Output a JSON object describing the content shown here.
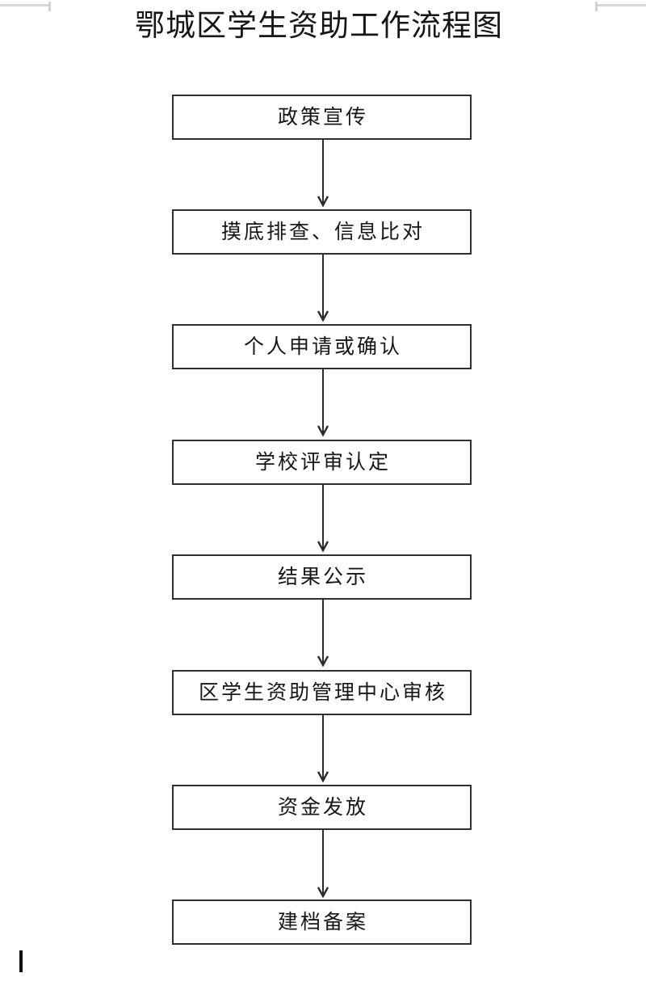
{
  "page": {
    "title": "鄂城区学生资助工作流程图",
    "background_color": "#ffffff",
    "border_color": "#2e2e33",
    "text_color": "#16161a",
    "guide_color": "#d8d8d8"
  },
  "caret": {
    "name": "text-insertion-caret"
  },
  "chart_data": {
    "type": "diagram",
    "diagram_type": "flowchart",
    "title": "鄂城区学生资助工作流程图",
    "orientation": "top-to-bottom",
    "node_shape": "rectangle",
    "node_count": 8,
    "connector_count": 7,
    "connector_type": "single-headed-arrow",
    "nodes": [
      {
        "id": 1,
        "label": "政策宣传"
      },
      {
        "id": 2,
        "label": "摸底排查、信息比对"
      },
      {
        "id": 3,
        "label": "个人申请或确认"
      },
      {
        "id": 4,
        "label": "学校评审认定"
      },
      {
        "id": 5,
        "label": "结果公示"
      },
      {
        "id": 6,
        "label": "区学生资助管理中心审核"
      },
      {
        "id": 7,
        "label": "资金发放"
      },
      {
        "id": 8,
        "label": "建档备案"
      }
    ],
    "edges": [
      {
        "from": 1,
        "to": 2,
        "label": ""
      },
      {
        "from": 2,
        "to": 3,
        "label": ""
      },
      {
        "from": 3,
        "to": 4,
        "label": ""
      },
      {
        "from": 4,
        "to": 5,
        "label": ""
      },
      {
        "from": 5,
        "to": 6,
        "label": ""
      },
      {
        "from": 6,
        "to": 7,
        "label": ""
      },
      {
        "from": 7,
        "to": 8,
        "label": ""
      }
    ]
  }
}
